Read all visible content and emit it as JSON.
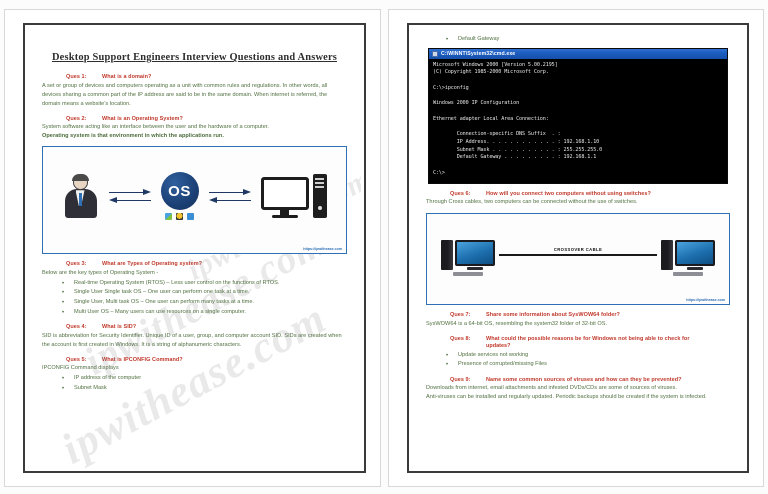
{
  "document": {
    "title": "Desktop Support Engineers Interview Questions and Answers",
    "watermark": "ipwithease.com"
  },
  "left_page": {
    "questions": [
      {
        "num": "Ques 1:",
        "text": "What is a domain?",
        "answer": "A set or group of devices and computers operating as a unit with common rules and regulations. In other words, all devices sharing a common part of the IP address are said to be in the same domain. When internet is referred, the domain means a website's location."
      },
      {
        "num": "Ques 2:",
        "text": "What is an Operating System?",
        "answer": "System software acting like an interface between the user and the hardware of a computer.",
        "answer2": "Operating system is that environment in which the applications run."
      },
      {
        "num": "Ques 3:",
        "text": "What are Types of Operating system?",
        "answer": "Below are the key types of Operating System -",
        "bullets": [
          "Real-time Operating System (RTOS) – Less user control on the functions of RTOS.",
          "Single User Single task OS – One user can perform one task at a time.",
          "Single User, Multi task OS – One user can perform many tasks at a time.",
          "Multi User OS – Many users can use resources on a single computer."
        ]
      },
      {
        "num": "Ques 4:",
        "text": "What is SID?",
        "answer": "SID is abbreviation for Security Identifier. Unique ID of a user, group, and computer account SID. SIDs are created when the account is first created in Windows. It is a string of alphanumeric characters."
      },
      {
        "num": "Ques 5:",
        "text": "What is IPCONFIG Command?",
        "answer": "IPCONFIG Command displays",
        "bullets": [
          "IP address of the computer",
          "Subnet Mask"
        ]
      }
    ],
    "os_figure": {
      "os_label": "OS",
      "credit": "https://ipwithease.com",
      "icons": [
        "windows-icon",
        "linux-icon",
        "apple-icon"
      ]
    }
  },
  "right_page": {
    "top_bullet": "Default Gateway",
    "cmd": {
      "title": "C:\\WINNT\\System32\\cmd.exe",
      "lines": [
        "Microsoft Windows 2000 [Version 5.00.2195]",
        "(C) Copyright 1985-2000 Microsoft Corp.",
        "",
        "C:\\>ipconfig",
        "",
        "Windows 2000 IP Configuration",
        "",
        "Ethernet adapter Local Area Connection:",
        "",
        "        Connection-specific DNS Suffix  . :",
        "        IP Address. . . . . . . . . . . . : 192.168.1.10",
        "        Subnet Mask . . . . . . . . . . . : 255.255.255.0",
        "        Default Gateway . . . . . . . . . : 192.168.1.1",
        "",
        "C:\\>"
      ]
    },
    "questions": [
      {
        "num": "Ques 6:",
        "text": "How will you connect two computers without using switches?",
        "answer": "Through Cross cables, two computers can be connected without the use of switches."
      },
      {
        "num": "Ques 7:",
        "text": "Share some information about SysWOW64 folder?",
        "answer": "SysWOW64 is a 64-bit OS, resembling the system32 folder of 32-bit OS."
      },
      {
        "num": "Ques 8:",
        "text": "What could the possible reasons be for Windows not being able to check for",
        "text2": "updates?",
        "bullets": [
          "Update services not working",
          "Presence of corrupted/missing Files"
        ]
      },
      {
        "num": "Ques 9:",
        "text": "Name some common sources of viruses and how can they be prevented?",
        "answer": "Downloads from internet, email attachments and infested DVDs/CDs are some of sources of viruses.",
        "answer2": "Anti-viruses can be installed and regularly updated. Periodic backups should be created if the system is infected."
      }
    ],
    "cross_figure": {
      "cable_label": "CROSSOVER CABLE",
      "credit": "https://ipwithease.com"
    }
  },
  "colors": {
    "question_red": "#c0392b",
    "answer_green": "#4f6f3f",
    "figure_border_blue": "#2f6fb5",
    "cmd_title_blue": "#1b5bbd"
  }
}
